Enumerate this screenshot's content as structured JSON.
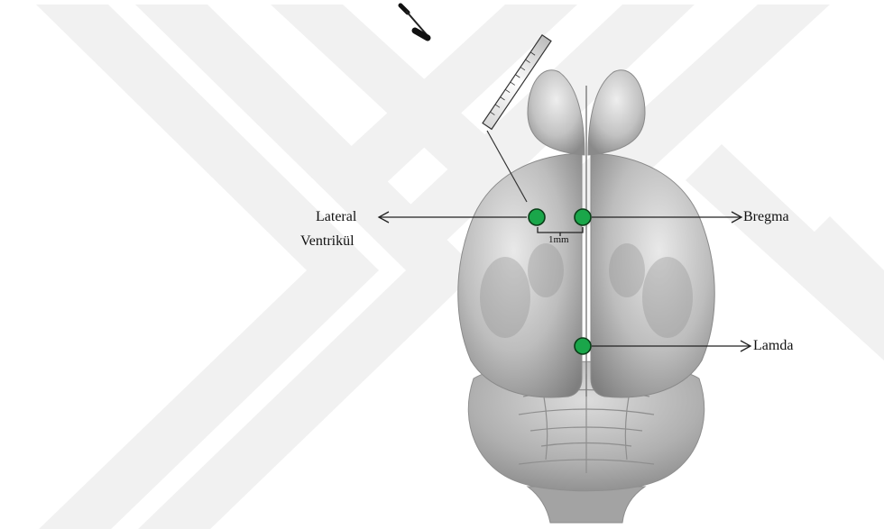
{
  "labels": {
    "lateral_line1": "Lateral",
    "lateral_line2": "Ventrikül",
    "bregma": "Bregma",
    "lamda": "Lamda",
    "scale": "1mm"
  },
  "colors": {
    "marker_fill": "#1aa64a",
    "marker_stroke": "#0b3d18",
    "watermark": "#f1f1f1",
    "brain_base": "#a9a9a9",
    "arrow": "#222222"
  }
}
